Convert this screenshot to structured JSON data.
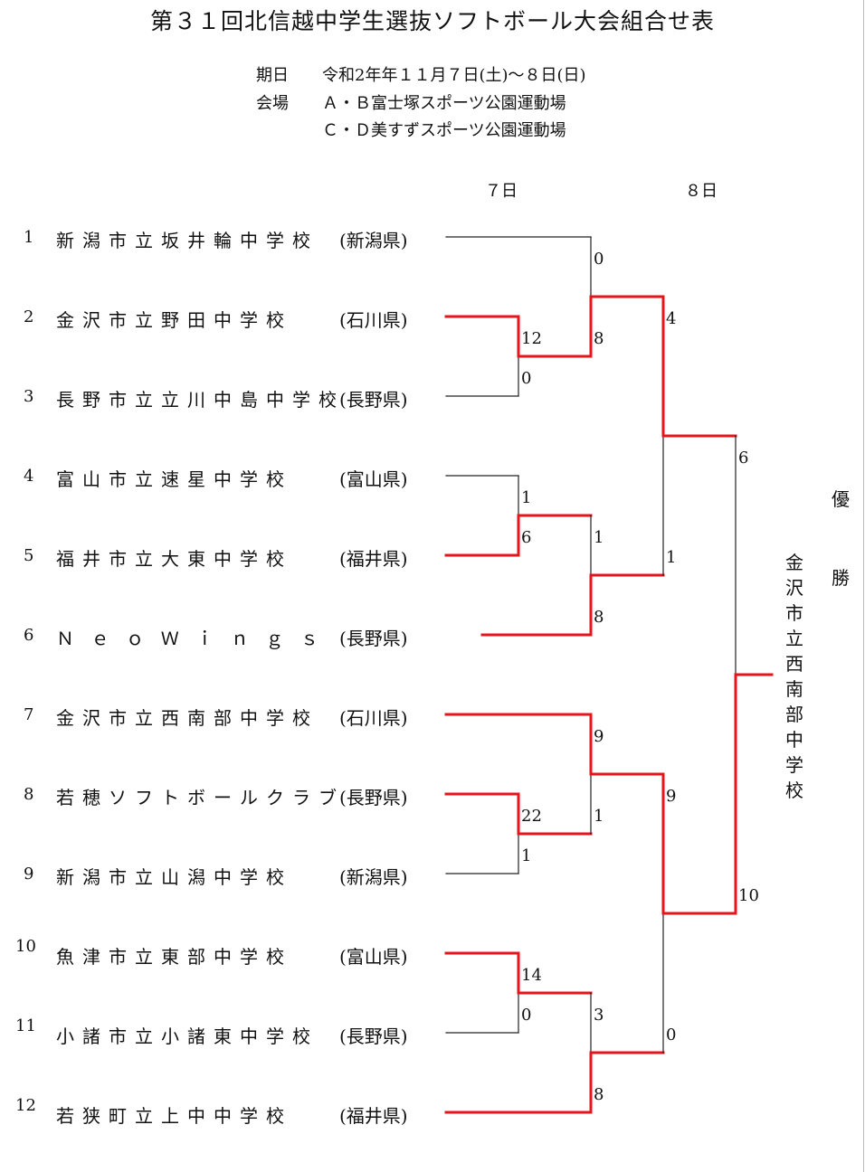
{
  "title": "第３１回北信越中学生選抜ソフトボール大会組合せ表",
  "info": {
    "date_label": "期日",
    "date_value": "令和2年年１１月７日(土)～８日(日)",
    "venue_label": "会場",
    "venue_line1": "Ａ・Ｂ富士塚スポーツ公園運動場",
    "venue_line2": "Ｃ・Ｄ美すずスポーツ公園運動場"
  },
  "days": [
    "７日",
    "８日"
  ],
  "teams": [
    {
      "no": "1",
      "name": "新潟市立坂井輪中学校",
      "pref": "(新潟県)"
    },
    {
      "no": "2",
      "name": "金沢市立野田中学校",
      "pref": "(石川県)"
    },
    {
      "no": "3",
      "name": "長野市立立川中島中学校",
      "pref": "(長野県)"
    },
    {
      "no": "4",
      "name": "富山市立速星中学校",
      "pref": "(富山県)"
    },
    {
      "no": "5",
      "name": "福井市立大東中学校",
      "pref": "(福井県)"
    },
    {
      "no": "6",
      "name": "Ｎｅｏ Ｗｉｎｇｓ",
      "pref": "(長野県)"
    },
    {
      "no": "7",
      "name": "金沢市立西南部中学校",
      "pref": "(石川県)"
    },
    {
      "no": "8",
      "name": "若穂ソフトボールクラブ",
      "pref": "(長野県)"
    },
    {
      "no": "9",
      "name": "新潟市立山潟中学校",
      "pref": "(新潟県)"
    },
    {
      "no": "10",
      "name": "魚津市立東部中学校",
      "pref": "(富山県)"
    },
    {
      "no": "11",
      "name": "小諸市立小諸東中学校",
      "pref": "(長野県)"
    },
    {
      "no": "12",
      "name": "若狭町立上中中学校",
      "pref": "(福井県)"
    }
  ],
  "scores": [
    "0",
    "12",
    "8",
    "0",
    "4",
    "6",
    "1",
    "6",
    "1",
    "1",
    "8",
    "9",
    "9",
    "22",
    "1",
    "1",
    "10",
    "14",
    "3",
    "0",
    "0",
    "8"
  ],
  "winner_label": [
    "優",
    "勝"
  ],
  "champion": [
    "金",
    "沢",
    "市",
    "立",
    "西",
    "南",
    "部",
    "中",
    "学",
    "校"
  ],
  "colors": {
    "win_line": "#e8141c",
    "lose_line": "#222222"
  }
}
